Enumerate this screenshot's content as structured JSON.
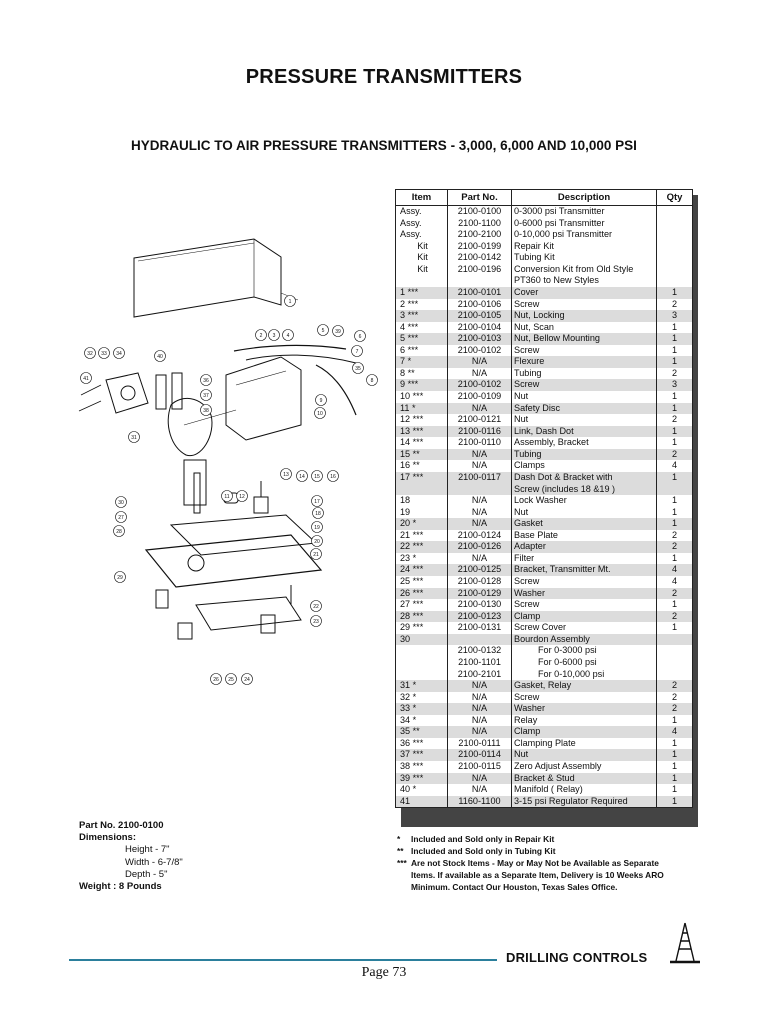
{
  "title": "PRESSURE TRANSMITTERS",
  "subtitle": "HYDRAULIC TO AIR PRESSURE TRANSMITTERS - 3,000, 6,000 AND 10,000 PSI",
  "table": {
    "headers": [
      "Item",
      "Part No.",
      "Description",
      "Qty"
    ],
    "rows": [
      {
        "item": "Assy.",
        "part": "2100-0100",
        "desc": "0-3000 psi Transmitter",
        "qty": ""
      },
      {
        "item": "Assy.",
        "part": "2100-1100",
        "desc": "0-6000 psi Transmitter",
        "qty": ""
      },
      {
        "item": "Assy.",
        "part": "2100-2100",
        "desc": "0-10,000 psi Transmitter",
        "qty": ""
      },
      {
        "item": "Kit",
        "part": "2100-0199",
        "desc": "Repair Kit",
        "qty": "",
        "center": true
      },
      {
        "item": "Kit",
        "part": "2100-0142",
        "desc": "Tubing Kit",
        "qty": "",
        "center": true
      },
      {
        "item": "Kit",
        "part": "2100-0196",
        "desc": "Conversion Kit from Old Style",
        "qty": "",
        "center": true
      },
      {
        "item": "",
        "part": "",
        "desc": "PT360 to New Styles",
        "qty": ""
      },
      {
        "item": "1 ***",
        "part": "2100-0101",
        "desc": "Cover",
        "qty": "1",
        "shade": true
      },
      {
        "item": "2 ***",
        "part": "2100-0106",
        "desc": "Screw",
        "qty": "2"
      },
      {
        "item": "3 ***",
        "part": "2100-0105",
        "desc": "Nut, Locking",
        "qty": "3",
        "shade": true
      },
      {
        "item": "4 ***",
        "part": "2100-0104",
        "desc": "Nut, Scan",
        "qty": "1"
      },
      {
        "item": "5 ***",
        "part": "2100-0103",
        "desc": "Nut, Bellow Mounting",
        "qty": "1",
        "shade": true
      },
      {
        "item": "6 ***",
        "part": "2100-0102",
        "desc": "Screw",
        "qty": "1"
      },
      {
        "item": "7 *",
        "part": "N/A",
        "desc": "Flexure",
        "qty": "1",
        "shade": true
      },
      {
        "item": "8 **",
        "part": "N/A",
        "desc": "Tubing",
        "qty": "2"
      },
      {
        "item": "9 ***",
        "part": "2100-0102",
        "desc": "Screw",
        "qty": "3",
        "shade": true
      },
      {
        "item": "10 ***",
        "part": "2100-0109",
        "desc": "Nut",
        "qty": "1"
      },
      {
        "item": "11 *",
        "part": "N/A",
        "desc": "Safety Disc",
        "qty": "1",
        "shade": true
      },
      {
        "item": "12 ***",
        "part": "2100-0121",
        "desc": "Nut",
        "qty": "2"
      },
      {
        "item": "13 ***",
        "part": "2100-0116",
        "desc": "Link, Dash Dot",
        "qty": "1",
        "shade": true
      },
      {
        "item": "14 ***",
        "part": "2100-0110",
        "desc": "Assembly, Bracket",
        "qty": "1"
      },
      {
        "item": "15 **",
        "part": "N/A",
        "desc": "Tubing",
        "qty": "2",
        "shade": true
      },
      {
        "item": "16 **",
        "part": "N/A",
        "desc": "Clamps",
        "qty": "4"
      },
      {
        "item": "17 ***",
        "part": "2100-0117",
        "desc": "Dash Dot & Bracket with",
        "qty": "1",
        "shade": true
      },
      {
        "item": "",
        "part": "",
        "desc": "Screw (includes 18 &19 )",
        "qty": "",
        "shade": true
      },
      {
        "item": "18",
        "part": "N/A",
        "desc": "Lock  Washer",
        "qty": "1"
      },
      {
        "item": "19",
        "part": "N/A",
        "desc": "Nut",
        "qty": "1"
      },
      {
        "item": "20 *",
        "part": "N/A",
        "desc": "Gasket",
        "qty": "1",
        "shade": true
      },
      {
        "item": "21 ***",
        "part": "2100-0124",
        "desc": "Base Plate",
        "qty": "2"
      },
      {
        "item": "22 ***",
        "part": "2100-0126",
        "desc": "Adapter",
        "qty": "2",
        "shade": true
      },
      {
        "item": "23 *",
        "part": "N/A",
        "desc": "Filter",
        "qty": "1"
      },
      {
        "item": "24 ***",
        "part": "2100-0125",
        "desc": "Bracket, Transmitter Mt.",
        "qty": "4",
        "shade": true
      },
      {
        "item": "25 ***",
        "part": "2100-0128",
        "desc": "Screw",
        "qty": "4"
      },
      {
        "item": "26 ***",
        "part": "2100-0129",
        "desc": "Washer",
        "qty": "2",
        "shade": true
      },
      {
        "item": "27 ***",
        "part": "2100-0130",
        "desc": "Screw",
        "qty": "1"
      },
      {
        "item": "28 ***",
        "part": "2100-0123",
        "desc": "Clamp",
        "qty": "2",
        "shade": true
      },
      {
        "item": "29 ***",
        "part": "2100-0131",
        "desc": "Screw Cover",
        "qty": "1"
      },
      {
        "item": "30",
        "part": "",
        "desc": "Bourdon Assembly",
        "qty": "",
        "shade": true
      },
      {
        "item": "",
        "part": "2100-0132",
        "desc": "For 0-3000 psi",
        "qty": "",
        "indent": true
      },
      {
        "item": "",
        "part": "2100-1101",
        "desc": "For 0-6000 psi",
        "qty": "",
        "indent": true
      },
      {
        "item": "",
        "part": "2100-2101",
        "desc": "For 0-10,000 psi",
        "qty": "",
        "indent": true
      },
      {
        "item": "31 *",
        "part": "N/A",
        "desc": "Gasket, Relay",
        "qty": "2",
        "shade": true
      },
      {
        "item": "32 *",
        "part": "N/A",
        "desc": "Screw",
        "qty": "2"
      },
      {
        "item": "33 *",
        "part": "N/A",
        "desc": "Washer",
        "qty": "2",
        "shade": true
      },
      {
        "item": "34 *",
        "part": "N/A",
        "desc": "Relay",
        "qty": "1"
      },
      {
        "item": "35 **",
        "part": "N/A",
        "desc": "Clamp",
        "qty": "4",
        "shade": true
      },
      {
        "item": "36 ***",
        "part": "2100-0111",
        "desc": "Clamping Plate",
        "qty": "1"
      },
      {
        "item": "37 ***",
        "part": "2100-0114",
        "desc": "Nut",
        "qty": "1",
        "shade": true
      },
      {
        "item": "38 ***",
        "part": "2100-0115",
        "desc": "Zero Adjust Assembly",
        "qty": "1"
      },
      {
        "item": "39 ***",
        "part": "N/A",
        "desc": "Bracket & Stud",
        "qty": "1",
        "shade": true
      },
      {
        "item": "40 *",
        "part": "N/A",
        "desc": "Manifold ( Relay)",
        "qty": "1"
      },
      {
        "item": "41",
        "part": "1160-1100",
        "desc": "3-15 psi Regulator Required",
        "qty": "1",
        "shade": true
      }
    ]
  },
  "footnotes": [
    {
      "mark": "*",
      "text": "Included and Sold only in Repair Kit"
    },
    {
      "mark": "**",
      "text": "Included and Sold only in Tubing Kit"
    },
    {
      "mark": "***",
      "text": "Are not Stock Items - May or May Not be Available as Separate"
    },
    {
      "mark": "",
      "text": "Items. If available as a Separate Item, Delivery is 10 Weeks ARO"
    },
    {
      "mark": "",
      "text": "Minimum.  Contact Our Houston, Texas Sales Office."
    }
  ],
  "specs": {
    "part_no": "Part No.  2100-0100",
    "dimensions_label": "Dimensions:",
    "height": "Height - 7\"",
    "width": "Width - 6-7/8\"",
    "depth": "Depth - 5\"",
    "weight": "Weight : 8 Pounds"
  },
  "diagram_callouts": [
    "1",
    "2",
    "3",
    "4",
    "5",
    "6",
    "7",
    "8",
    "9",
    "10",
    "11",
    "12",
    "13",
    "14",
    "15",
    "16",
    "17",
    "18",
    "19",
    "20",
    "21",
    "22",
    "23",
    "24",
    "25",
    "26",
    "27",
    "28",
    "29",
    "30",
    "31",
    "32",
    "33",
    "34",
    "35",
    "36",
    "37",
    "38",
    "39",
    "40",
    "41"
  ],
  "footer": {
    "brand": "DRILLING CONTROLS",
    "page": "Page 73",
    "line_color": "#2b7f9c"
  }
}
